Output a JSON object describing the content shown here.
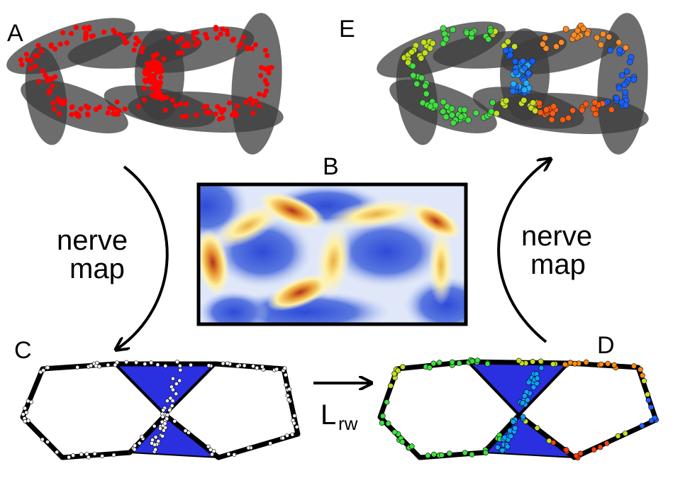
{
  "labels": {
    "panel_a": "A",
    "panel_b": "B",
    "panel_c": "C",
    "panel_d": "D",
    "panel_e": "E",
    "left_arrow_line1": "nerve",
    "left_arrow_line2": "map",
    "right_arrow_line1": "nerve",
    "right_arrow_line2": "map",
    "operator": "L",
    "operator_subscript": "rw"
  },
  "colors": {
    "cover_ellipse": "#404040",
    "data_point_a": "#ff0000",
    "complex_edge": "#000000",
    "triangle_fill": "#2a2fe0",
    "heat_low": "#3050d0",
    "heat_mid": "#fff2a0",
    "heat_high": "#c0392b"
  },
  "icons": {
    "left_arrow": "curved-arrow-down-icon",
    "right_arrow": "curved-arrow-up-icon",
    "operator_arrow": "right-arrow-icon"
  }
}
